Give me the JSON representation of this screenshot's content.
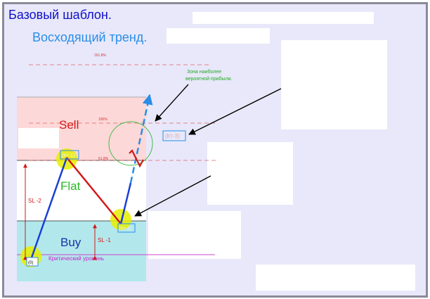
{
  "header": {
    "title": "Базовый шаблон.",
    "subtitle": "Восходящий тренд."
  },
  "zones": {
    "sell": "Sell",
    "flat": "Flat",
    "buy": "Buy"
  },
  "levels": {
    "fib_1618": "161.8%",
    "fib_100": "100%",
    "fib_618": "61.8%",
    "critical": "Критический уровень"
  },
  "stops": {
    "sl2": "SL -2",
    "sl1": "SL -1"
  },
  "points": {
    "p0": "(0)",
    "kt1": "(Кт-1)",
    "kt2": "(Кт-2)",
    "kt3": "(Кт-3)"
  },
  "annotations": {
    "profit_zone_line1": "Зона наиболее",
    "profit_zone_line2": "вероятной прибыли."
  },
  "colors": {
    "sell_zone": "#fdd8d8",
    "buy_zone": "#b2e8ec",
    "marker": "#e6f000",
    "trend_blue": "#1a3fd6",
    "trend_red": "#d21818",
    "projection": "#2a8ee8",
    "critical_line": "#cc44cc"
  }
}
